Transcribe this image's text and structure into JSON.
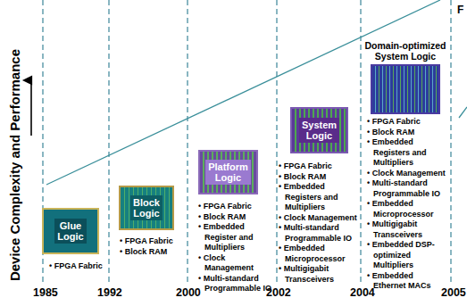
{
  "diagram": {
    "nodes": [
      {
        "text": [
          "Glue Logic"
        ]
      },
      {
        "text": [
          "Block Logic"
        ]
      },
      {
        "text": [
          "Platform Logic"
        ]
      },
      {
        "text": [
          "System Logic"
        ]
      },
      {
        "text": [
          "Domain-optimized System Logic"
        ]
      }
    ],
    "labels": [
      "Device Complexity and Performance",
      "1985",
      "1992",
      "2000",
      "2002",
      "2004",
      "2005",
      "• FPGA Fabric",
      "• FPGA Fabric",
      "• Block RAM",
      "• FPGA Fabric",
      "• Block RAM",
      "• Embedded Register and Multipliers",
      "• Clock Management",
      "• Multi-standard Programmable IO",
      "• FPGA Fabric",
      "• Block RAM",
      "• Embedded Registers and Multipliers",
      "• Clock Management",
      "• Multi-standard Programmable IO",
      "• Embedded Microprocessor",
      "• Multigigabit Transceivers",
      "• FPGA Fabric",
      "• Block RAM",
      "• Embedded Registers and Multipliers",
      "• Clock Management",
      "• Multi-standard Programmable IO",
      "• Embedded Microprocessor",
      "• Multigigabit Transceivers",
      "• Embedded DSP-optimized Multipliers",
      "• Embedded Ethernet MACs",
      "F"
    ]
  }
}
